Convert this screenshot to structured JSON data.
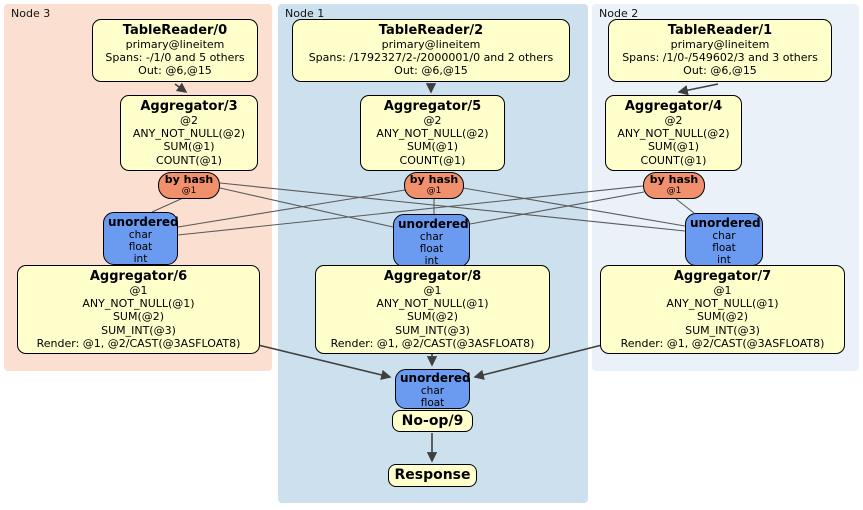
{
  "colors": {
    "processor_fill": "#ffffcc",
    "router_fill": "#f0906d",
    "sync_fill": "#6b9bf0",
    "node3_bg": "#fbe0d2",
    "node1_bg": "#cde0ed",
    "node2_bg": "#eaf1f8",
    "edge": "#3f3f3f"
  },
  "node3": {
    "label": "Node 3",
    "table_reader": {
      "title": "TableReader/0",
      "lines": [
        "primary@lineitem",
        "Spans: -/1/0 and 5 others",
        "Out: @6,@15"
      ]
    },
    "agg_top": {
      "title": "Aggregator/3",
      "lines": [
        "@2",
        "ANY_NOT_NULL(@2)",
        "SUM(@1)",
        "COUNT(@1)"
      ]
    },
    "router": {
      "label": "by hash",
      "detail": "@1"
    },
    "sync": {
      "label": "unordered",
      "types": [
        "char",
        "float",
        "int"
      ]
    },
    "agg_bottom": {
      "title": "Aggregator/6",
      "lines": [
        "@1",
        "ANY_NOT_NULL(@1)",
        "SUM(@2)",
        "SUM_INT(@3)",
        "Render: @1, @2/CAST(@3ASFLOAT8)"
      ]
    }
  },
  "node1": {
    "label": "Node 1",
    "table_reader": {
      "title": "TableReader/2",
      "lines": [
        "primary@lineitem",
        "Spans: /1792327/2-/2000001/0 and 2 others",
        "Out: @6,@15"
      ]
    },
    "agg_top": {
      "title": "Aggregator/5",
      "lines": [
        "@2",
        "ANY_NOT_NULL(@2)",
        "SUM(@1)",
        "COUNT(@1)"
      ]
    },
    "router": {
      "label": "by hash",
      "detail": "@1"
    },
    "sync": {
      "label": "unordered",
      "types": [
        "char",
        "float",
        "int"
      ]
    },
    "agg_bottom": {
      "title": "Aggregator/8",
      "lines": [
        "@1",
        "ANY_NOT_NULL(@1)",
        "SUM(@2)",
        "SUM_INT(@3)",
        "Render: @1, @2/CAST(@3ASFLOAT8)"
      ]
    },
    "final_sync": {
      "label": "unordered",
      "types": [
        "char",
        "float"
      ]
    },
    "noop": {
      "title": "No-op/9"
    },
    "response": {
      "title": "Response"
    }
  },
  "node2": {
    "label": "Node 2",
    "table_reader": {
      "title": "TableReader/1",
      "lines": [
        "primary@lineitem",
        "Spans: /1/0-/549602/3 and 3 others",
        "Out: @6,@15"
      ]
    },
    "agg_top": {
      "title": "Aggregator/4",
      "lines": [
        "@2",
        "ANY_NOT_NULL(@2)",
        "SUM(@1)",
        "COUNT(@1)"
      ]
    },
    "router": {
      "label": "by hash",
      "detail": "@1"
    },
    "sync": {
      "label": "unordered",
      "types": [
        "char",
        "float",
        "int"
      ]
    },
    "agg_bottom": {
      "title": "Aggregator/7",
      "lines": [
        "@1",
        "ANY_NOT_NULL(@1)",
        "SUM(@2)",
        "SUM_INT(@3)",
        "Render: @1, @2/CAST(@3ASFLOAT8)"
      ]
    }
  }
}
